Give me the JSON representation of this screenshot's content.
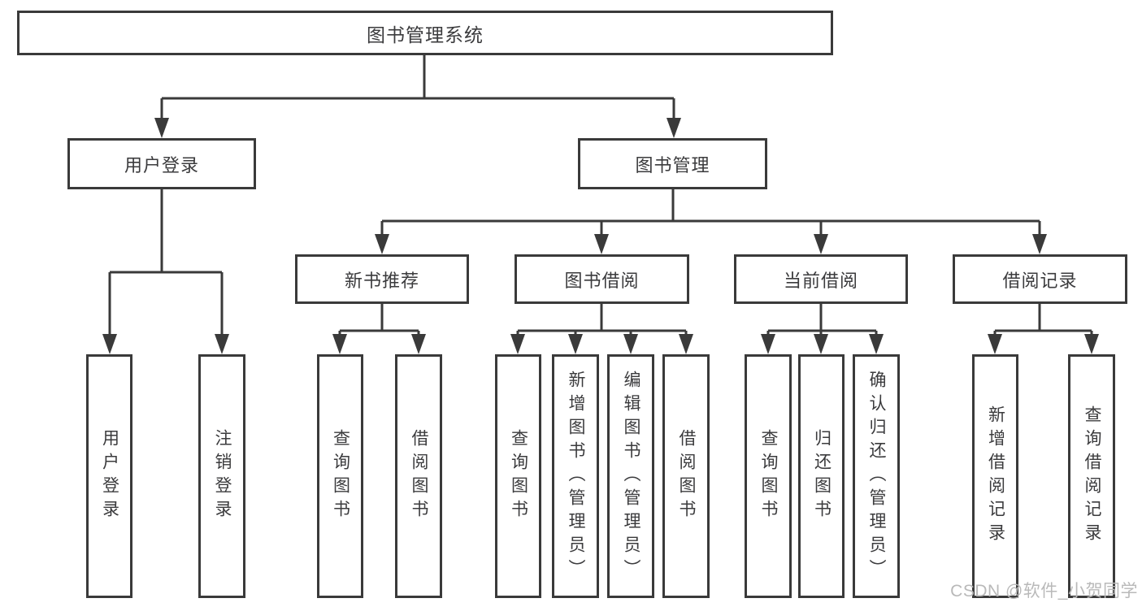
{
  "diagram": {
    "root": {
      "label": "图书管理系统"
    },
    "branches": [
      {
        "label": "用户登录",
        "children": [
          {
            "label": "用户登录"
          },
          {
            "label": "注销登录"
          }
        ]
      },
      {
        "label": "图书管理",
        "children": [
          {
            "label": "新书推荐",
            "children": [
              {
                "label": "查询图书"
              },
              {
                "label": "借阅图书"
              }
            ]
          },
          {
            "label": "图书借阅",
            "children": [
              {
                "label": "查询图书"
              },
              {
                "label": "新增图书（管理员）"
              },
              {
                "label": "编辑图书（管理员）"
              },
              {
                "label": "借阅图书"
              }
            ]
          },
          {
            "label": "当前借阅",
            "children": [
              {
                "label": "查询图书"
              },
              {
                "label": "归还图书"
              },
              {
                "label": "确认归还（管理员）"
              }
            ]
          },
          {
            "label": "借阅记录",
            "children": [
              {
                "label": "新增借阅记录"
              },
              {
                "label": "查询借阅记录"
              }
            ]
          }
        ]
      }
    ]
  },
  "watermark": {
    "text": "CSDN @软件_小贺同学",
    "color": "#b9b9b9"
  },
  "colors": {
    "line": "#3a3a3a",
    "text": "#3b3b3d",
    "background": "#ffffff"
  }
}
